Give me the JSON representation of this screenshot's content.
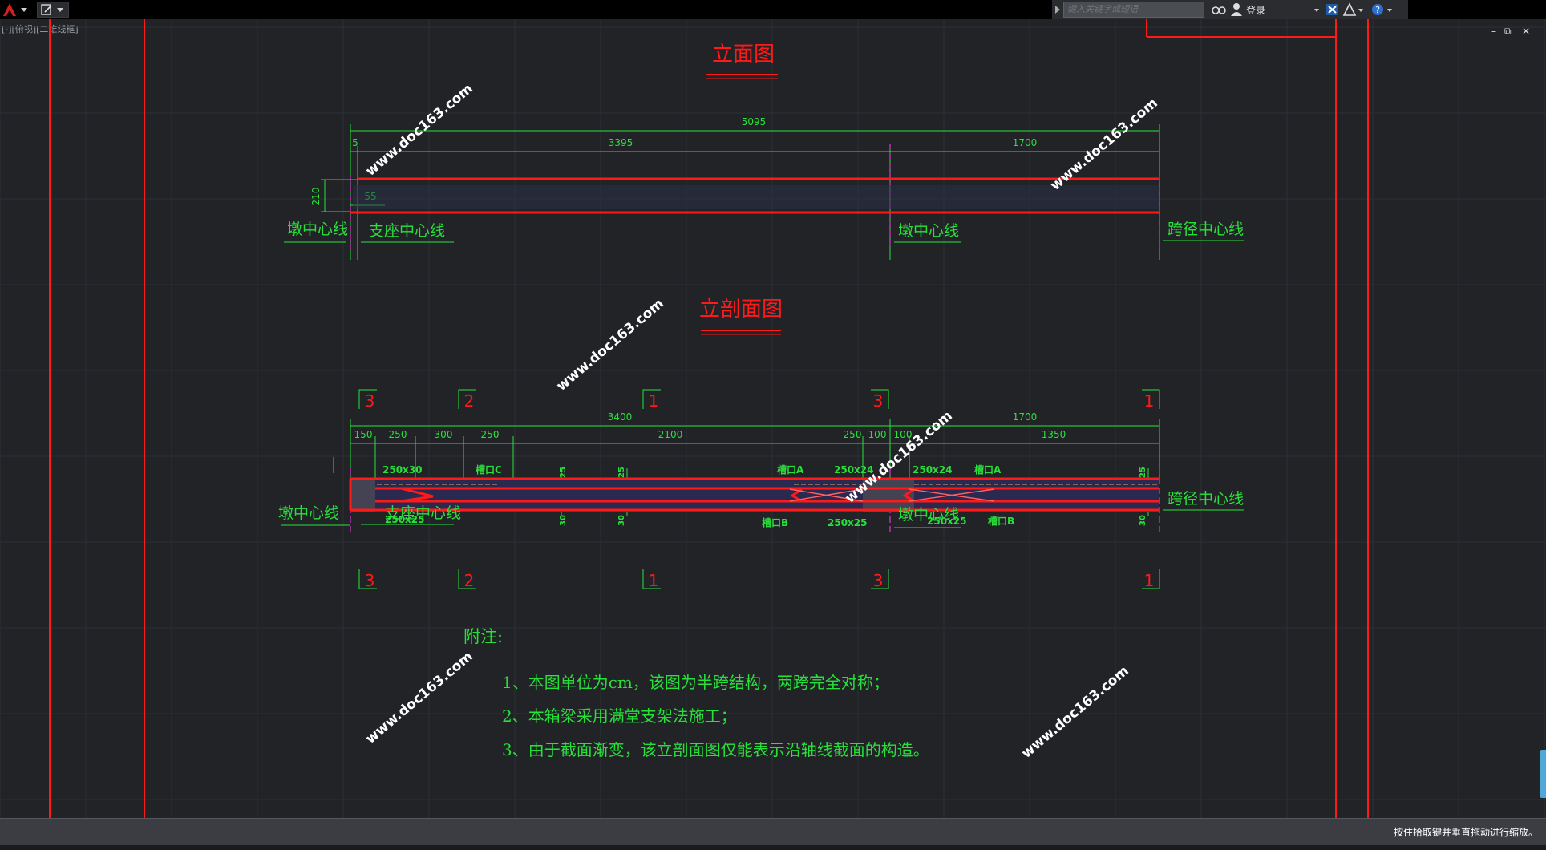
{
  "app": {
    "search_placeholder": "键入关键字或短语",
    "login_label": "登录",
    "viewport_label": "[-][俯视][二维线框]",
    "status_message": "按住拾取键并垂直拖动进行缩放。"
  },
  "drawing": {
    "elevation": {
      "title": "立面图",
      "dims": {
        "total": "5095",
        "left": "3395",
        "right": "1700",
        "offset": "5",
        "height": "210",
        "support": "55"
      },
      "labels": {
        "pier_left": "墩中心线",
        "bearing": "支座中心线",
        "pier_mid": "墩中心线",
        "span_center": "跨径中心线"
      }
    },
    "section": {
      "title": "立剖面图",
      "dims": {
        "left_total": "3400",
        "right_total": "1700",
        "d150": "150",
        "d250a": "250",
        "d300": "300",
        "d250b": "250",
        "d2100": "2100",
        "d250c": "250",
        "d100a": "100",
        "d100b": "100",
        "d1350": "1350"
      },
      "labels": {
        "haunch1": "250x30",
        "haunch2": "250x24",
        "haunch3": "250x24",
        "haunch4": "250x25",
        "haunch5": "250x25",
        "haunch6": "250x25",
        "notch_c": "槽口C",
        "notch_a1": "槽口A",
        "notch_a2": "槽口A",
        "notch_b1": "槽口B",
        "notch_b2": "槽口B",
        "v25": "25",
        "v30": "30",
        "pier_left": "墩中心线",
        "bearing": "支座中心线",
        "pier_mid": "墩中心线",
        "span_center": "跨径中心线"
      },
      "section_marks": [
        "3",
        "2",
        "1",
        "3",
        "1"
      ]
    },
    "notes": {
      "heading": "附注:",
      "items": [
        "1、本图单位为cm，该图为半跨结构，两跨完全对称；",
        "2、本箱梁采用满堂支架法施工；",
        "3、由于截面渐变，该立剖面图仅能表示沿轴线截面的构造。"
      ]
    },
    "watermark": "www.doc163.com"
  },
  "colors": {
    "background": "#212327",
    "red": "#ff1a1a",
    "green": "#29e03b",
    "magenta": "#d33ad0"
  }
}
